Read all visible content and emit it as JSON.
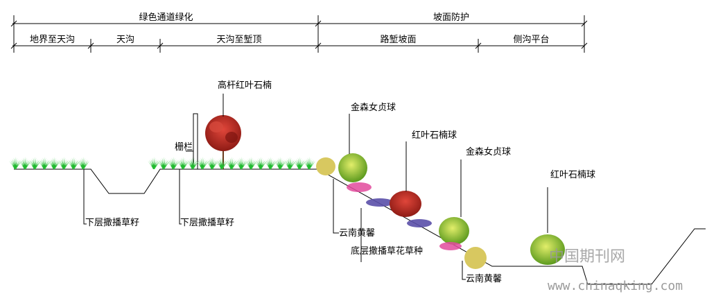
{
  "header": {
    "top_sections": [
      {
        "label": "绿色通道绿化"
      },
      {
        "label": "坡面防护"
      }
    ],
    "sub_sections": [
      {
        "label": "地界至天沟"
      },
      {
        "label": "天沟"
      },
      {
        "label": "天沟至堑顶"
      },
      {
        "label": "路堑坡面"
      },
      {
        "label": "侧沟平台"
      }
    ]
  },
  "labels": {
    "tall_photinia": "高杆红叶石楠",
    "fence": "栅栏",
    "jinsen_ball_1": "金森女贞球",
    "red_photinia_ball_1": "红叶石楠球",
    "jinsen_ball_2": "金森女贞球",
    "red_photinia_ball_2": "红叶石楠球",
    "grass_seed_1": "下层撒播草籽",
    "grass_seed_2": "下层撒播草籽",
    "yunnan_jasmine_1": "云南黄馨",
    "flower_grass_seed": "底层撒播草花草种",
    "yunnan_jasmine_2": "云南黄馨"
  },
  "watermark": {
    "cn": "中国期刊网",
    "url": "www.chinaqking.com"
  },
  "colors": {
    "line": "#000000",
    "grass": "#2ecc3a",
    "grass_dark": "#18a82a",
    "photinia_red": "#b5251d",
    "privet_yellow": "#b8d43a",
    "privet_green": "#5c9a1e",
    "jasmine": "#d8c860",
    "flower_pink": "#e24a9c",
    "flower_purple": "#5a4fa8",
    "watermark": "#9a9a9a"
  }
}
